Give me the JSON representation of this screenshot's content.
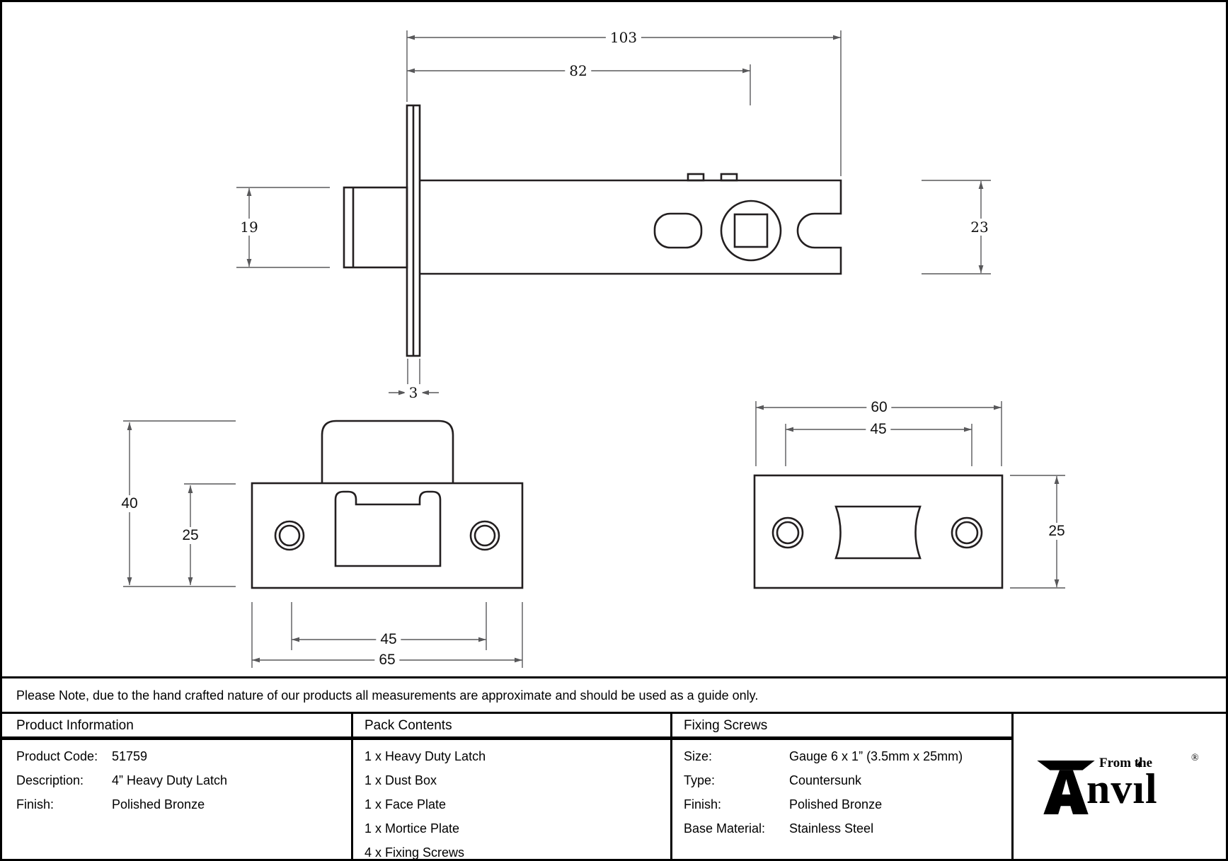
{
  "colors": {
    "outline": "#231f20",
    "dimension_line": "#58585a",
    "text": "#000000",
    "background": "#ffffff",
    "border": "#000000"
  },
  "note": "Please Note, due to the hand crafted nature of our products all measurements are approximate and should be used as a guide only.",
  "drawings": {
    "latch_side_view": {
      "length_overall": "103",
      "backset": "82",
      "bolt_height": "19",
      "case_height": "23",
      "faceplate_thickness": "3"
    },
    "faceplate_front_view": {
      "overall_height": "40",
      "plate_height": "25",
      "screw_centres": "45",
      "plate_width": "65"
    },
    "mortice_plate_view": {
      "plate_width": "60",
      "screw_centres": "45",
      "plate_height": "25"
    }
  },
  "table": {
    "product_information": {
      "header": "Product Information",
      "rows": [
        {
          "label": "Product Code:",
          "value": "51759"
        },
        {
          "label": "Description:",
          "value": "4” Heavy Duty Latch"
        },
        {
          "label": "Finish:",
          "value": "Polished Bronze"
        }
      ]
    },
    "pack_contents": {
      "header": "Pack Contents",
      "items": [
        "1 x Heavy Duty Latch",
        "1 x Dust Box",
        "1 x Face Plate",
        "1 x Mortice Plate",
        "4 x Fixing Screws"
      ]
    },
    "fixing_screws": {
      "header": "Fixing Screws",
      "rows": [
        {
          "label": "Size:",
          "value": "Gauge 6 x 1” (3.5mm x 25mm)"
        },
        {
          "label": "Type:",
          "value": "Countersunk"
        },
        {
          "label": "Finish:",
          "value": "Polished Bronze"
        },
        {
          "label": "Base Material:",
          "value": "Stainless Steel"
        }
      ]
    }
  },
  "logo": {
    "prefix": "From the",
    "text_n": "nv",
    "text_i": "ı",
    "text_l": "l",
    "diamond": "♦",
    "registered": "®"
  }
}
